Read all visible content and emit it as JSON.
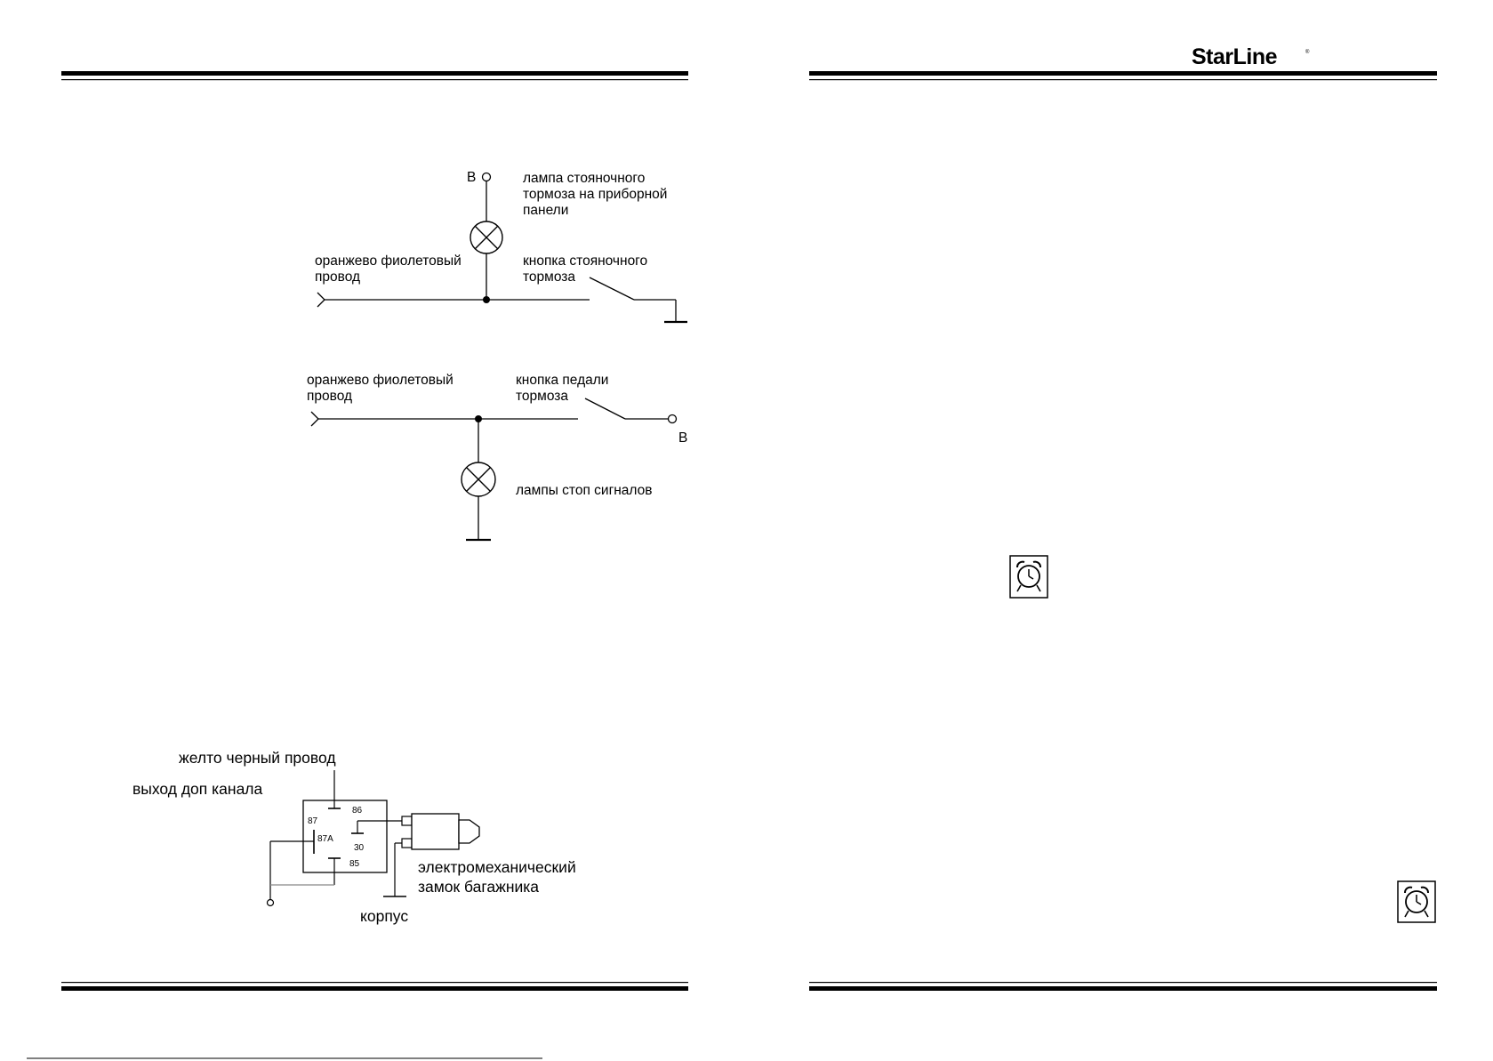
{
  "brand": {
    "logo_text": "StarLine",
    "registered_mark": "®"
  },
  "parking_brake_diagram": {
    "supply_label": "B",
    "lamp_label_lines": [
      "лампа стояночного",
      "тормоза на приборной",
      "панели"
    ],
    "wire_label_lines": [
      "оранжево фиолетовый",
      "провод"
    ],
    "button_label_lines": [
      "кнопка стояночного",
      "тормоза"
    ]
  },
  "brake_pedal_diagram": {
    "wire_label_lines": [
      "оранжево фиолетовый",
      "провод"
    ],
    "button_label_lines": [
      "кнопка педали",
      "тормоза"
    ],
    "supply_label": "B",
    "lamps_label": "лампы стоп сигналов"
  },
  "trunk_relay_diagram": {
    "wire_label": "желто черный провод",
    "output_label": "выход доп канала",
    "relay_pins": {
      "p87": "87",
      "p86": "86",
      "p87a": "87A",
      "p30": "30",
      "p85": "85"
    },
    "lock_label_lines": [
      "электромеханический",
      "замок багажника"
    ],
    "ground_label": "корпус"
  },
  "icons": [
    "alarm-clock-icon",
    "alarm-clock-icon"
  ]
}
